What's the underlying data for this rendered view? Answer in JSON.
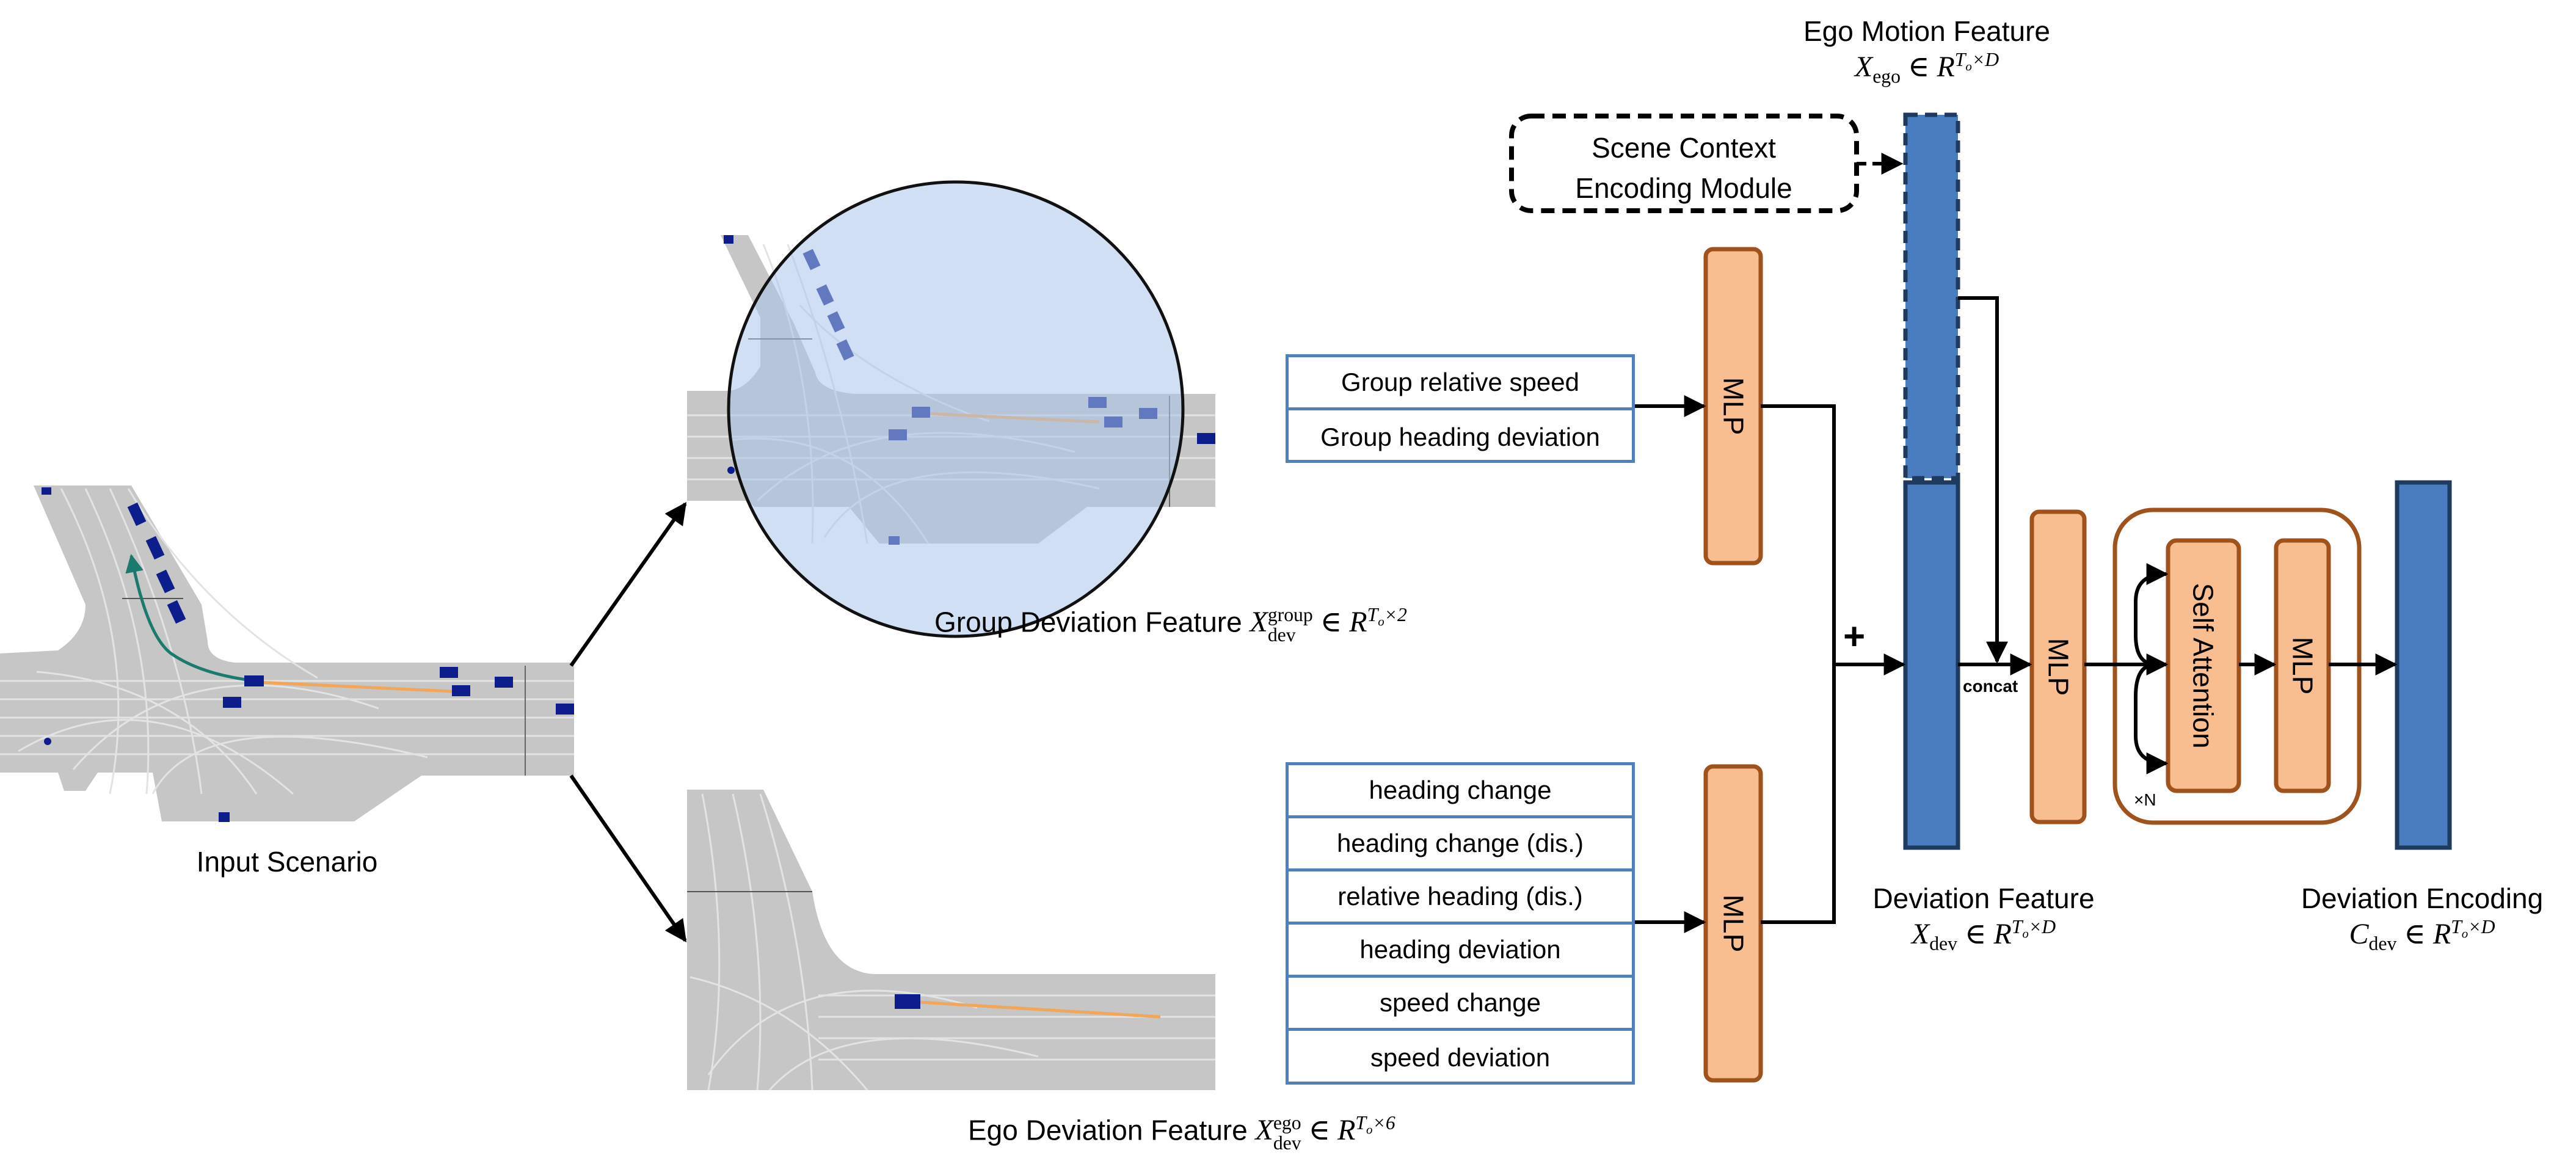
{
  "input_scenario_label": "Input Scenario",
  "ego_motion": {
    "title": "Ego Motion Feature",
    "math_sym": "X",
    "math_sub": "ego",
    "math_in": " ∈ ",
    "math_R": "R",
    "math_sup_T": "T",
    "math_sup_o": "o",
    "math_sup_rest": "×D"
  },
  "scene_context": {
    "line1": "Scene Context",
    "line2": "Encoding Module"
  },
  "group_features": [
    "Group relative speed",
    "Group heading deviation"
  ],
  "ego_features": [
    "heading change",
    "heading change (dis.)",
    "relative heading (dis.)",
    "heading deviation",
    "speed change",
    "speed deviation"
  ],
  "group_deviation": {
    "title": "Group Deviation Feature",
    "math_sym": "X",
    "math_sup": "group",
    "math_sub": "dev",
    "math_in": " ∈ ",
    "math_R": "R",
    "math_sup_T": "T",
    "math_sup_o": "o",
    "math_sup_rest": "×2"
  },
  "ego_deviation": {
    "title": "Ego Deviation Feature",
    "math_sym": "X",
    "math_sup": "ego",
    "math_sub": "dev",
    "math_in": " ∈ ",
    "math_R": "R",
    "math_sup_T": "T",
    "math_sup_o": "o",
    "math_sup_rest": "×6"
  },
  "mlp_label": "MLP",
  "plus_label": "+",
  "concat_label": "concat",
  "self_attention_label": "Self Attention",
  "repeat_label": "×N",
  "deviation_feature": {
    "title": "Deviation Feature",
    "math_sym": "X",
    "math_sub": "dev",
    "math_in": " ∈ ",
    "math_R": "R",
    "math_sup_T": "T",
    "math_sup_o": "o",
    "math_sup_rest": "×D"
  },
  "deviation_encoding": {
    "title": "Deviation Encoding",
    "math_sym": "C",
    "math_sub": "dev",
    "math_in": " ∈ ",
    "math_R": "R",
    "math_sup_T": "T",
    "math_sup_o": "o",
    "math_sup_rest": "×D"
  },
  "colors": {
    "mlp_fill": "#f9be8f",
    "mlp_stroke": "#a0521c",
    "feature_fill": "#4a7dbf",
    "feature_stroke": "#1f3a5f",
    "table_border": "#4f81bd",
    "road": "#c6c6c6",
    "vehicle": "#0d1d8c",
    "ego_path": "#1b7a6e",
    "plan_path": "#f2a65a",
    "lens": "#a9c4ea"
  }
}
